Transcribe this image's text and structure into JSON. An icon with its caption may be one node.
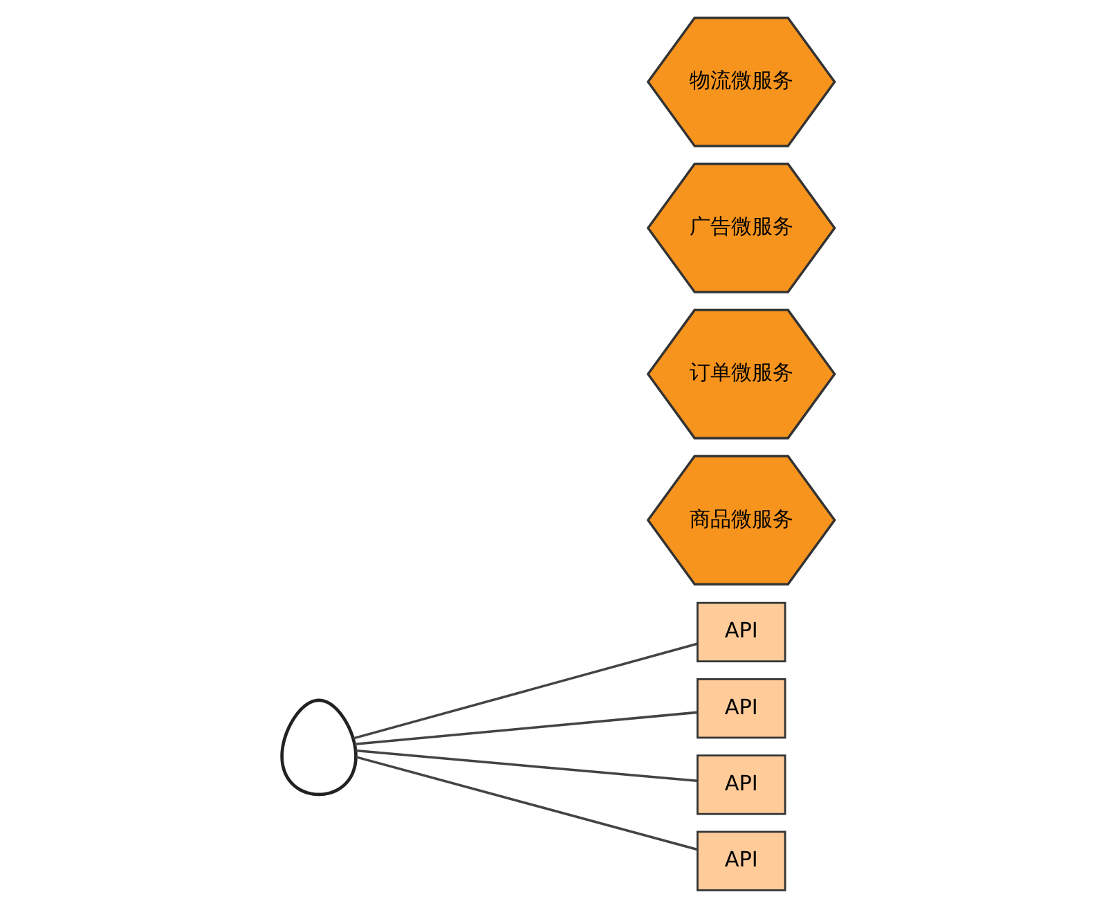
{
  "diagram": {
    "nodes": [
      {
        "text": [],
        "shape": "person"
      },
      {
        "text": [
          "商品微服务"
        ]
      },
      {
        "text": [
          "API"
        ]
      },
      {
        "text": [
          "订单微服务"
        ]
      },
      {
        "text": [
          "API"
        ]
      },
      {
        "text": [
          "广告微服务"
        ]
      },
      {
        "text": [
          "API"
        ]
      },
      {
        "text": [
          "物流微服务"
        ]
      },
      {
        "text": [
          "API"
        ]
      }
    ],
    "edges": [
      {
        "from": 0,
        "to": 2,
        "arrow": "none"
      },
      {
        "from": 0,
        "to": 4,
        "arrow": "none"
      },
      {
        "from": 0,
        "to": 6,
        "arrow": "none"
      },
      {
        "from": 0,
        "to": 8,
        "arrow": "none"
      }
    ]
  }
}
